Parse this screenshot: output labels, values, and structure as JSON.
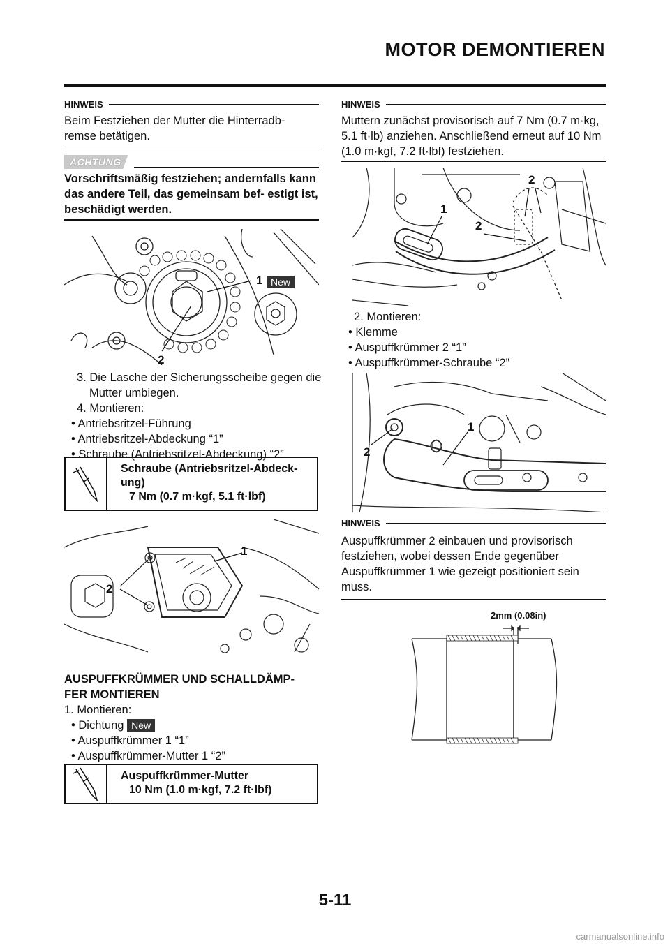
{
  "header": {
    "title": "MOTOR DEMONTIEREN"
  },
  "left": {
    "note1": {
      "heading": "HINWEIS",
      "text": "Beim Festziehen der Mutter die Hinterradb- remse betätigen."
    },
    "caution": {
      "label": "ACHTUNG",
      "text": "Vorschriftsmäßig festziehen; andernfalls kann das andere Teil, das gemeinsam bef- estigt ist, beschädigt werden."
    },
    "fig1": {
      "label_1": "1",
      "label_2": "2",
      "new": "New"
    },
    "step3": "3. Die Lasche der Sicherungsscheibe gegen die Mutter umbiegen.",
    "step4": {
      "title": "4. Montieren:",
      "items": [
        "• Antriebsritzel-Führung",
        "• Antriebsritzel-Abdeckung “1”",
        "• Schraube (Antriebsritzel-Abdeckung) “2”"
      ]
    },
    "spec1": {
      "name": "Schraube (Antriebsritzel-Abdeck- ung)",
      "value": "7 Nm (0.7 m·kgf, 5.1 ft·lbf)"
    },
    "fig2": {
      "label_1": "1",
      "label_2": "2"
    },
    "section": {
      "heading": "AUSPUFFKRÜMMER UND SCHALLDÄMP- FER MONTIEREN",
      "step1_title": "1. Montieren:",
      "item1": "• Dichtung",
      "item1_badge": "New",
      "item2": "• Auspuffkrümmer 1 “1”",
      "item3": "• Auspuffkrümmer-Mutter 1 “2”"
    },
    "spec2": {
      "name": "Auspuffkrümmer-Mutter",
      "value": "10 Nm (1.0 m·kgf, 7.2 ft·lbf)"
    }
  },
  "right": {
    "note1": {
      "heading": "HINWEIS",
      "text": "Muttern zunächst provisorisch auf 7 Nm (0.7 m·kg, 5.1 ft·lb) anziehen. Anschließend erneut auf 10 Nm (1.0 m·kgf, 7.2 ft·lbf) festziehen."
    },
    "fig3": {
      "label_1": "1",
      "label_2a": "2",
      "label_2b": "2"
    },
    "step2": {
      "title": "2. Montieren:",
      "items": [
        "• Klemme",
        "• Auspuffkrümmer 2 “1”",
        "• Auspuffkrümmer-Schraube “2”"
      ]
    },
    "fig4": {
      "label_1": "1",
      "label_2": "2"
    },
    "note2": {
      "heading": "HINWEIS",
      "text": "Auspuffkrümmer 2 einbauen und provisorisch festziehen, wobei dessen Ende gegenüber Auspuffkrümmer 1 wie gezeigt positioniert sein muss."
    },
    "fig5": {
      "dimension": "2mm (0.08in)"
    }
  },
  "footer": {
    "page_number": "5-11",
    "watermark": "carmanualsonline.info"
  }
}
